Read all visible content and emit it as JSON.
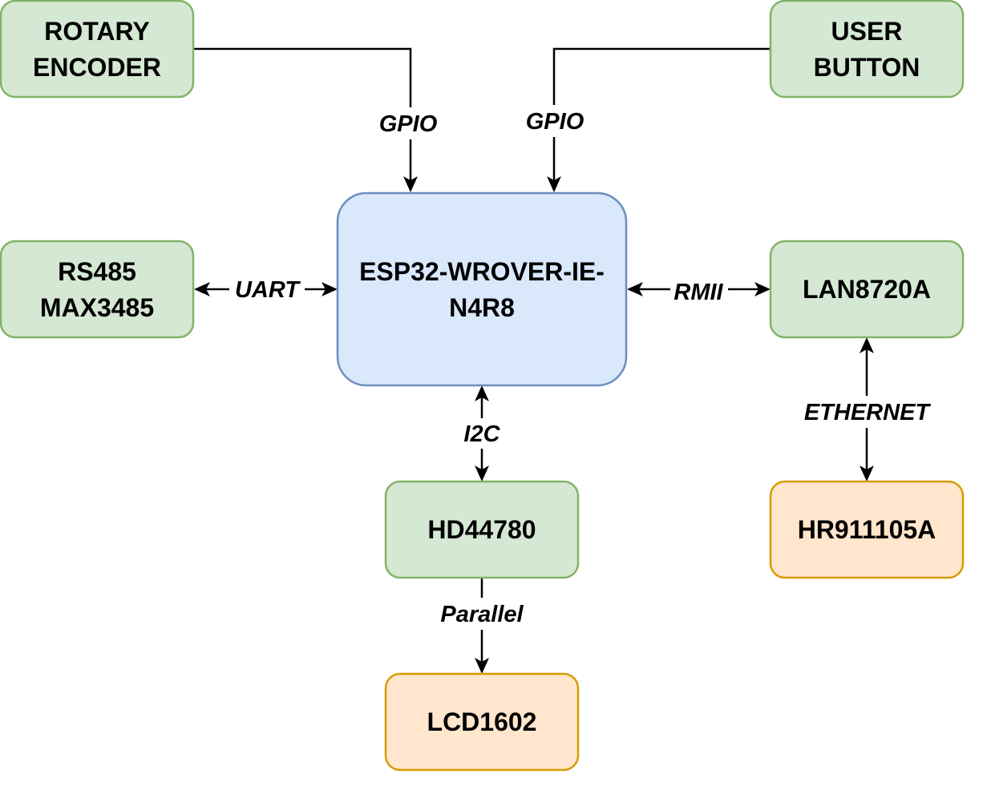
{
  "colors": {
    "green_fill": "#d5e8d4",
    "green_stroke": "#82b366",
    "blue_fill": "#dae8fc",
    "blue_stroke": "#6c8ebf",
    "orange_fill": "#ffe6cc",
    "orange_stroke": "#d79b00",
    "line": "#000000"
  },
  "nodes": {
    "rotary_encoder": {
      "line1": "ROTARY",
      "line2": "ENCODER"
    },
    "user_button": {
      "line1": "USER",
      "line2": "BUTTON"
    },
    "esp32": {
      "line1": "ESP32-WROVER-IE-",
      "line2": "N4R8"
    },
    "rs485": {
      "line1": "RS485",
      "line2": "MAX3485"
    },
    "lan8720a": {
      "label": "LAN8720A"
    },
    "hd44780": {
      "label": "HD44780"
    },
    "hr911105a": {
      "label": "HR911105A"
    },
    "lcd1602": {
      "label": "LCD1602"
    }
  },
  "edges": {
    "encoder_gpio": "GPIO",
    "button_gpio": "GPIO",
    "uart": "UART",
    "rmii": "RMII",
    "i2c": "I2C",
    "ethernet": "ETHERNET",
    "parallel": "Parallel"
  }
}
